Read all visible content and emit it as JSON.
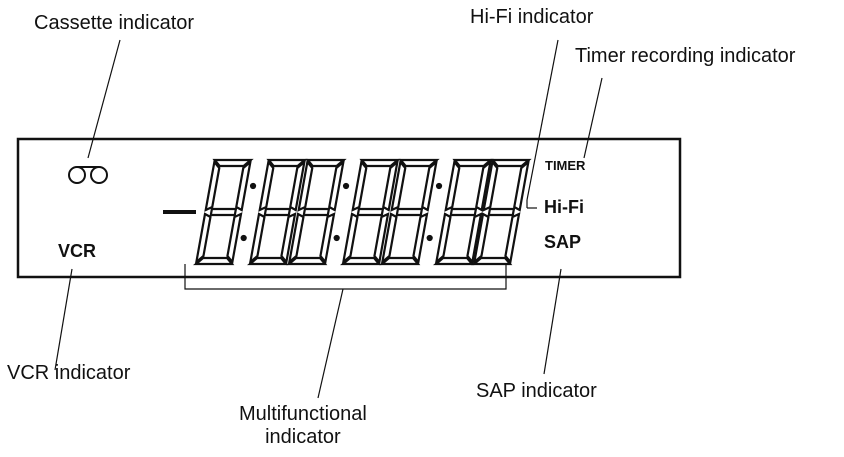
{
  "labels": {
    "cassette": "Cassette indicator",
    "hifi": "Hi-Fi indicator",
    "timer": "Timer recording indicator",
    "vcr": "VCR indicator",
    "sap": "SAP indicator",
    "multi_line1": "Multifunctional",
    "multi_line2": "indicator"
  },
  "display": {
    "vcr": "VCR",
    "timer": "TIMER",
    "hifi": "Hi-Fi",
    "sap": "SAP",
    "cassette_icon": "cassette-icon",
    "minus_segment": "minus-segment",
    "segment_digits": "segment-digits"
  },
  "colors": {
    "ink": "#111111",
    "background": "#ffffff"
  }
}
